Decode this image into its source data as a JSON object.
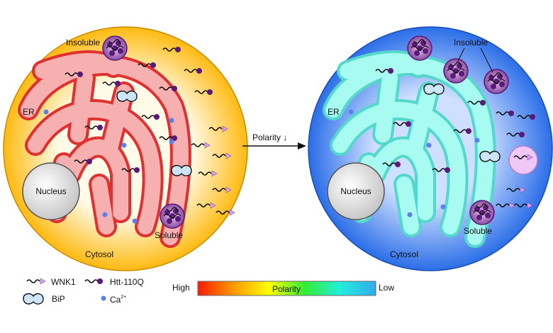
{
  "left_cell": {
    "insoluble": "Insoluble",
    "er": "ER",
    "nucleus": "Nucleus",
    "soluble": "Soluble",
    "cytosol": "Cytosol"
  },
  "arrow": {
    "label": "Polarity ↓"
  },
  "right_cell": {
    "insoluble": "Insoluble",
    "er": "ER",
    "nucleus": "Nucleus",
    "soluble": "Soluble",
    "cytosol": "Cytosol"
  },
  "legend": {
    "wnk1": "WNK1",
    "htt": "Htt-110Q",
    "bip": "BiP",
    "ca_base": "Ca",
    "ca_sup": "2+"
  },
  "polarity_bar": {
    "high": "High",
    "title": "Polarity",
    "low": "Low",
    "colors": [
      "#ff1a00",
      "#ff9900",
      "#ffff00",
      "#33ee33",
      "#22eedd",
      "#33aaee"
    ]
  },
  "colors": {
    "cytosol_left": "#ffc21a",
    "cytosol_right": "#3377ee",
    "er_left": "#f5a0a0",
    "er_right": "#88f5e8",
    "htt": "#5a1a7a",
    "wnk1": "#d9a0f0",
    "calcium": "#5a7ff0"
  }
}
